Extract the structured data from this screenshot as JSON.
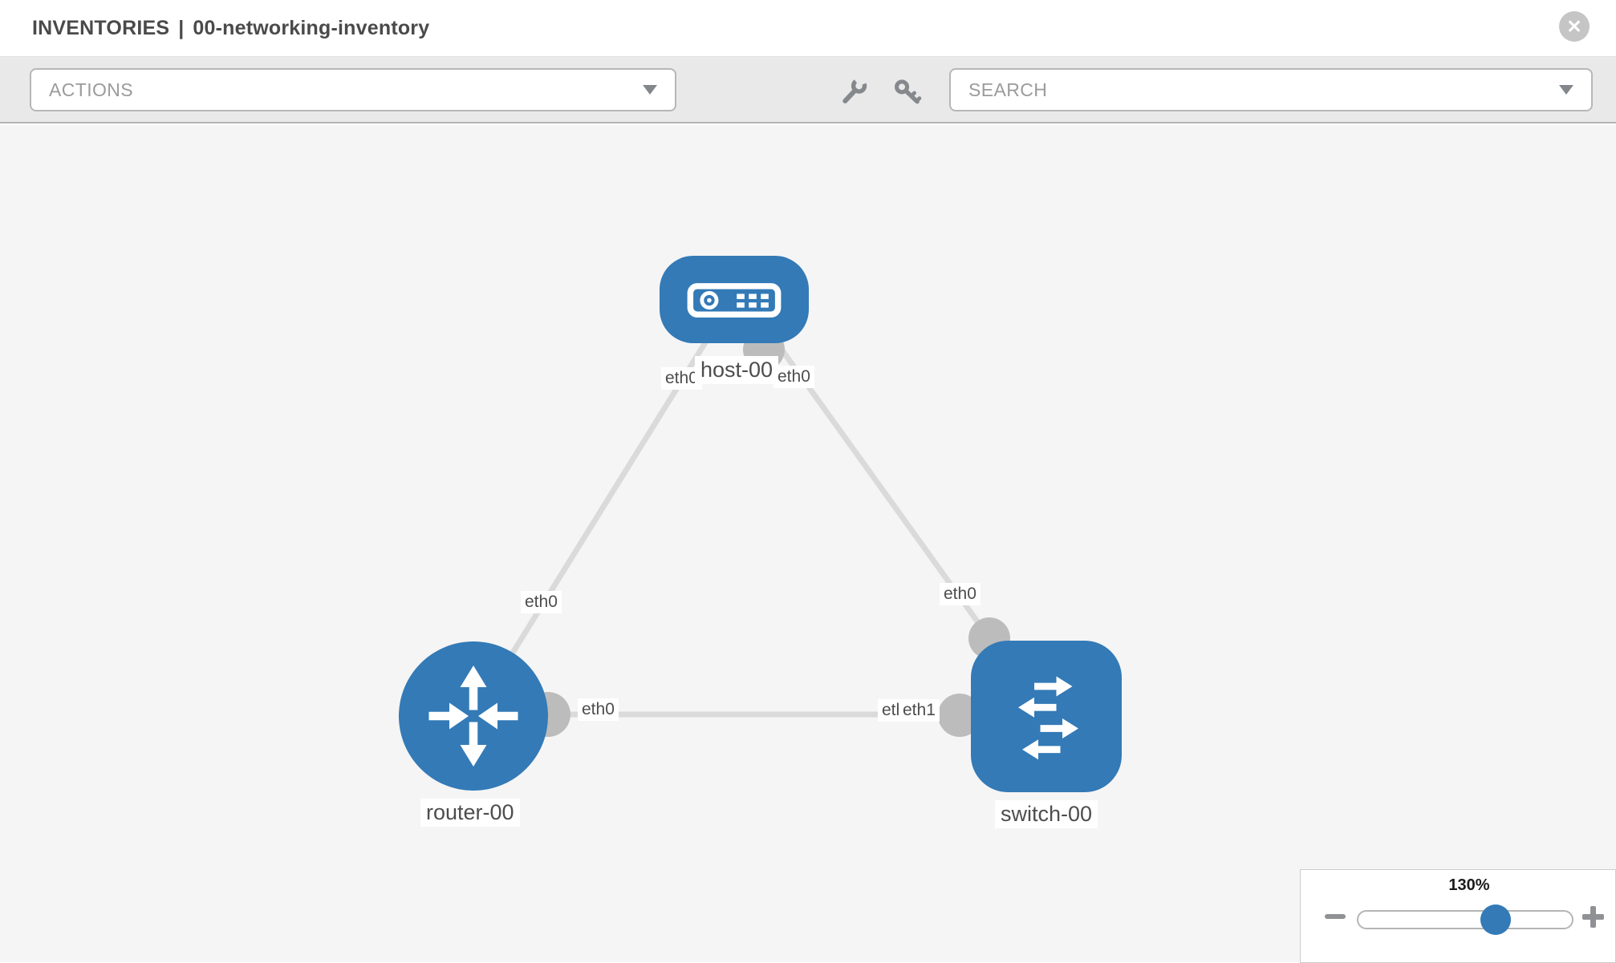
{
  "header": {
    "section_title": "INVENTORIES",
    "divider": "|",
    "inventory_name": "00-networking-inventory"
  },
  "toolbar": {
    "actions_label": "ACTIONS",
    "search_label": "SEARCH"
  },
  "icons": {
    "close": "✕"
  },
  "topology": {
    "nodes": {
      "host": {
        "label": "host-00",
        "type": "host"
      },
      "router": {
        "label": "router-00",
        "type": "router"
      },
      "switch": {
        "label": "switch-00",
        "type": "switch"
      }
    },
    "links": [
      {
        "source": "host-00",
        "source_interface": "eth0",
        "target": "router-00",
        "target_interface": "eth0"
      },
      {
        "source": "host-00",
        "source_interface": "eth0",
        "target": "switch-00",
        "target_interface": "eth0"
      },
      {
        "source": "router-00",
        "source_interface": "eth0",
        "target": "switch-00",
        "target_interface": "eth1",
        "target_interface_overlapped": "eth0"
      }
    ]
  },
  "zoom_control": {
    "level": "130%"
  },
  "colors": {
    "node_blue": "#337ab7",
    "link_gray": "#dadada",
    "endpoint_gray": "#bcbcbc",
    "canvas_bg": "#f5f5f5"
  }
}
